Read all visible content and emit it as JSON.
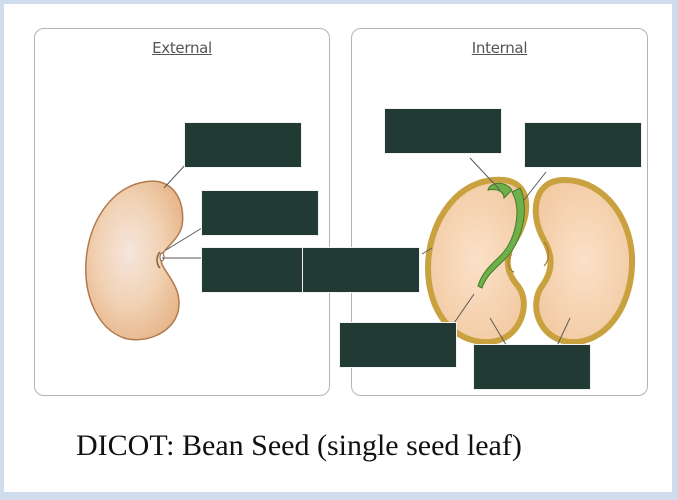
{
  "caption": "DICOT: Bean Seed (single seed leaf)",
  "panels": {
    "external_title": "External",
    "internal_title": "Internal"
  },
  "colors": {
    "label_box": "#213a33",
    "seed_coat": "#c9a13f",
    "seed_fill": "#f4cfa8",
    "embryo": "#6fb04a"
  }
}
